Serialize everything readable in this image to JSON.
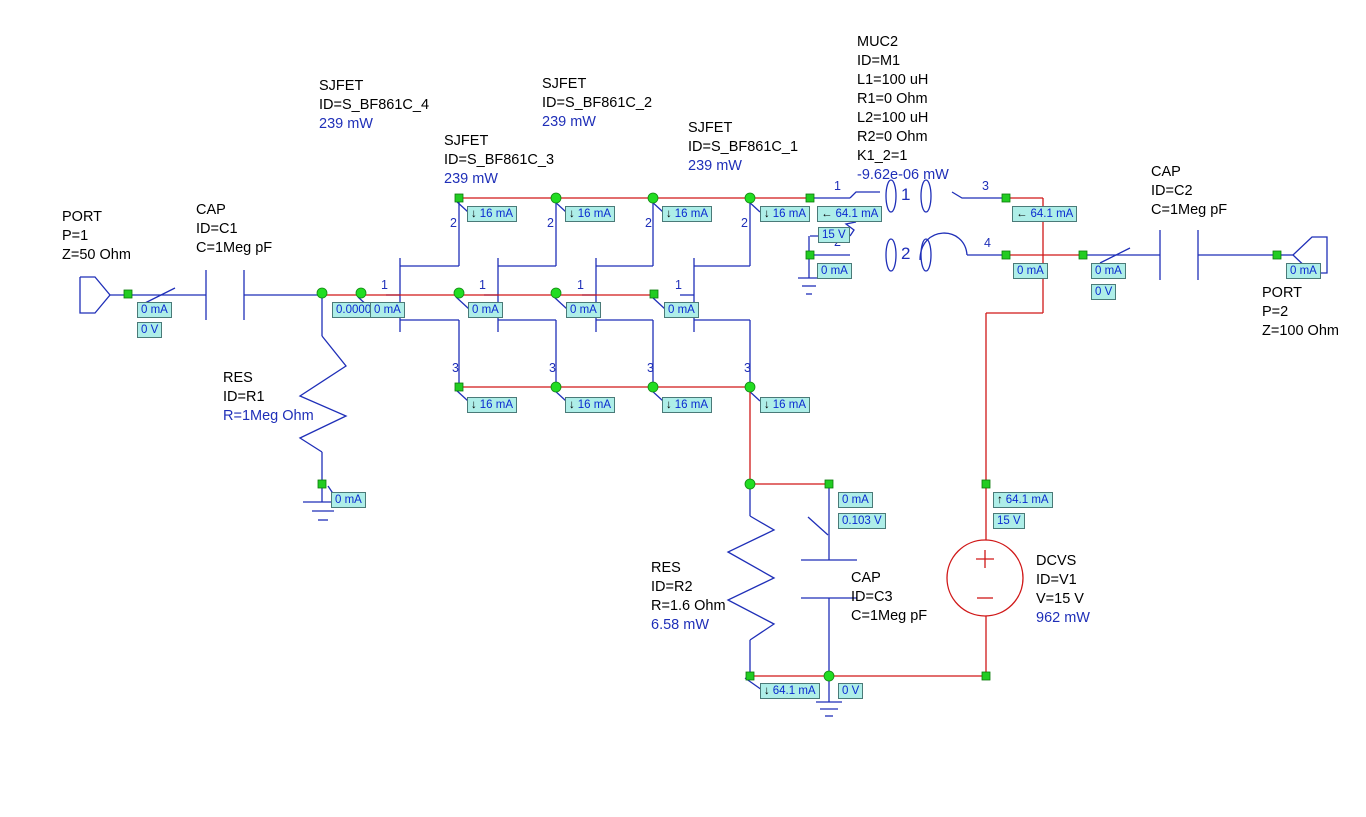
{
  "components": {
    "port1": {
      "lines": [
        "PORT",
        "P=1",
        "Z=50 Ohm"
      ]
    },
    "c1": {
      "lines": [
        "CAP",
        "ID=C1",
        "C=1Meg pF"
      ]
    },
    "r1": {
      "lines": [
        "RES",
        "ID=R1"
      ],
      "value": "R=1Meg Ohm"
    },
    "fet4": {
      "lines": [
        "SJFET",
        "ID=S_BF861C_4"
      ],
      "power": "239 mW"
    },
    "fet3": {
      "lines": [
        "SJFET",
        "ID=S_BF861C_3"
      ],
      "power": "239 mW"
    },
    "fet2": {
      "lines": [
        "SJFET",
        "ID=S_BF861C_2"
      ],
      "power": "239 mW"
    },
    "fet1": {
      "lines": [
        "SJFET",
        "ID=S_BF861C_1"
      ],
      "power": "239 mW"
    },
    "muc2": {
      "lines": [
        "MUC2",
        "ID=M1",
        "L1=100 uH",
        "R1=0 Ohm",
        "L2=100 uH",
        "R2=0 Ohm",
        "K1_2=1"
      ],
      "power": "-9.62e-06 mW"
    },
    "c2": {
      "lines": [
        "CAP",
        "ID=C2",
        "C=1Meg pF"
      ]
    },
    "port2": {
      "lines": [
        "PORT",
        "P=2",
        "Z=100 Ohm"
      ]
    },
    "r2": {
      "lines": [
        "RES",
        "ID=R2",
        "R=1.6 Ohm"
      ],
      "power": "6.58 mW"
    },
    "c3": {
      "lines": [
        "CAP",
        "ID=C3",
        "C=1Meg pF"
      ]
    },
    "v1": {
      "lines": [
        "DCVS",
        "ID=V1",
        "V=15 V"
      ],
      "power": "962 mW"
    }
  },
  "pins": {
    "fet_gate": "1",
    "fet_drain": "2",
    "fet_source": "3",
    "muc_p1": "1",
    "muc_p2": "2",
    "muc_p3": "3",
    "muc_p4": "4",
    "coil1": "1",
    "coil2": "2"
  },
  "badges": {
    "port1_i": "0 mA",
    "port1_v": "0 V",
    "gate_v": "0.0000",
    "gate4_i": "0 mA",
    "gate3_i": "0 mA",
    "gate2_i": "0 mA",
    "gate1_i": "0 mA",
    "drain4_i": "16 mA",
    "drain3_i": "16 mA",
    "drain2_i": "16 mA",
    "drain1_i": "16 mA",
    "src4_i": "16 mA",
    "src3_i": "16 mA",
    "src2_i": "16 mA",
    "src1_i": "16 mA",
    "muc1_i": "64.1 mA",
    "muc1_v": "15 V",
    "muc2_i": "0 mA",
    "muc3_i": "64.1 mA",
    "muc4_i": "0 mA",
    "c2_i": "0 mA",
    "c2_v": "0 V",
    "port2_i": "0 mA",
    "r1_i": "0 mA",
    "c3_i": "0 mA",
    "c3_v": "0.103 V",
    "v1_i": "64.1 mA",
    "v1_v": "15 V",
    "r2_i": "64.1 mA",
    "gnd_v": "0 V"
  },
  "colors": {
    "wire_blue": "#1f2fb8",
    "wire_red": "#d01818",
    "node": "#22dd22",
    "term": "#22cc22",
    "badge": "#aeeee8"
  }
}
